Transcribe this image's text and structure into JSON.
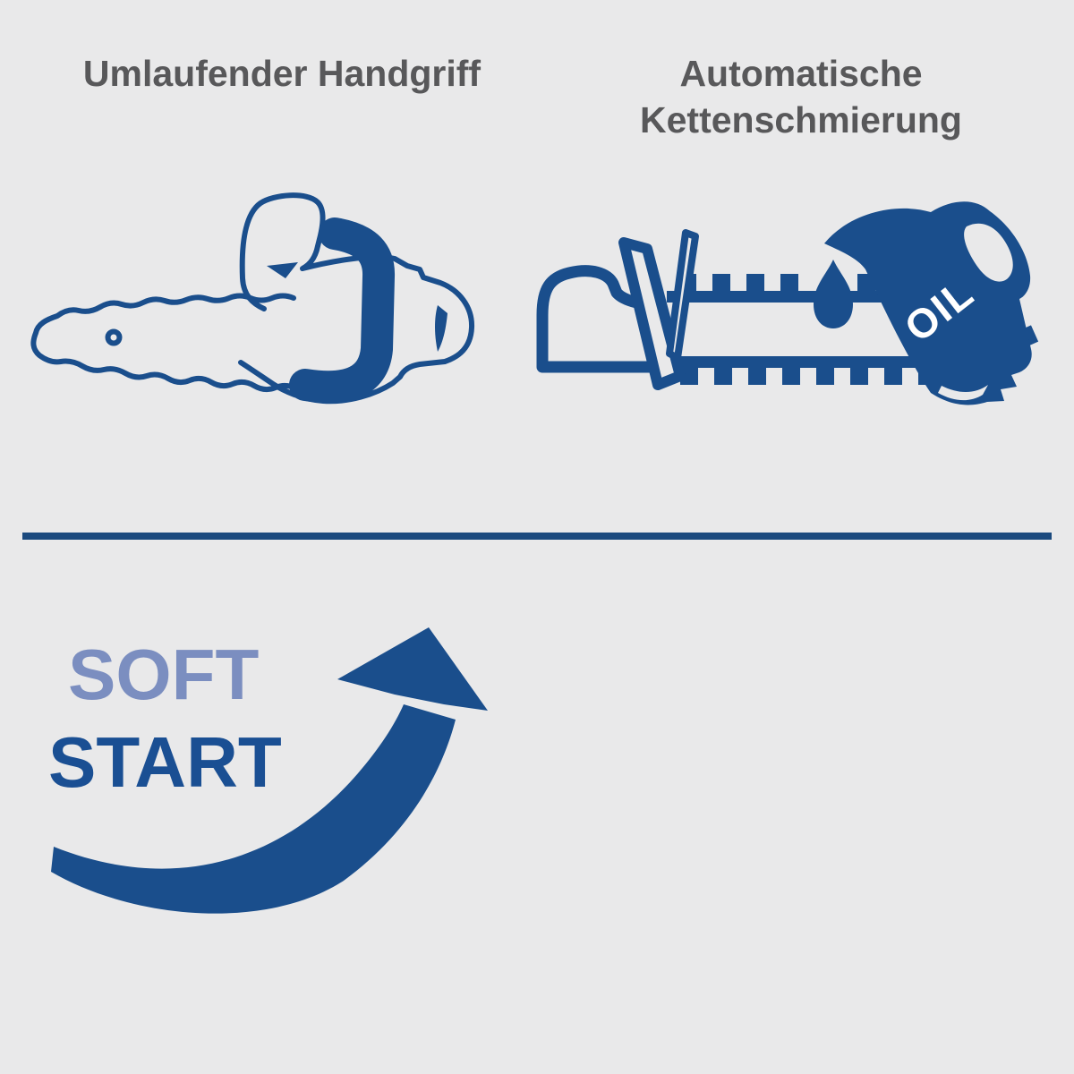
{
  "colors": {
    "background": "#e9e9ea",
    "brand_blue": "#1a4e8c",
    "divider_blue": "#1b4a7e",
    "heading_gray": "#58585a",
    "soft_blue": "#7b8ec0",
    "deep_blue": "#1a4f93",
    "oil_text": "#ffffff"
  },
  "features": {
    "handle": {
      "title": "Umlaufender Handgriff",
      "icon": "chainsaw-wrap-around-handle-icon"
    },
    "oiler": {
      "title_line1": "Automatische",
      "title_line2": "Kettenschmierung",
      "oil_label": "OIL",
      "icon": "chainsaw-bar-oil-can-icon"
    }
  },
  "soft_start": {
    "word1": "SOFT",
    "word2": "START",
    "icon": "curved-rising-arrow-icon"
  }
}
